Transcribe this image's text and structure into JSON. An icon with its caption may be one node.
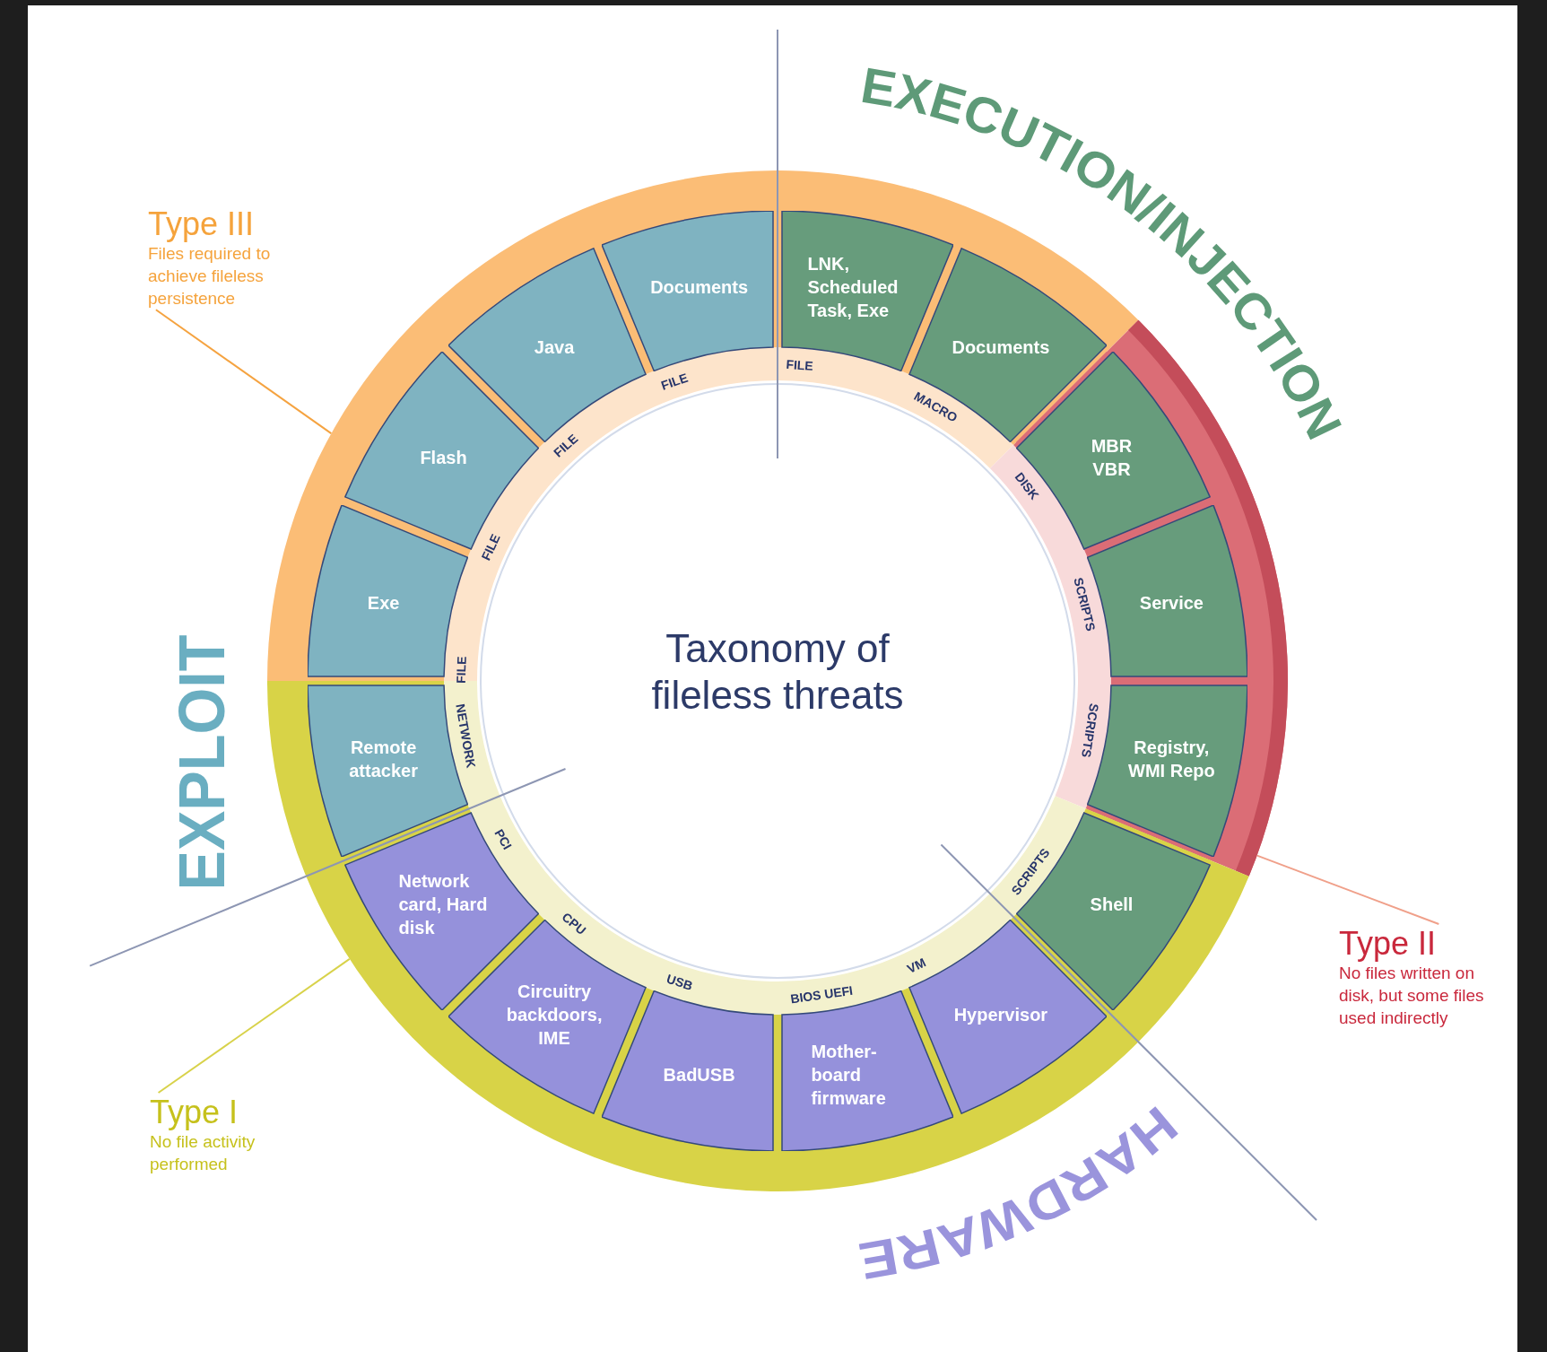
{
  "diagram": {
    "title": "Taxonomy of fileless threats",
    "nodes": [
      {
        "text": [
          "Type III",
          "Files required to achieve fileless persistence"
        ]
      },
      {
        "text": [
          "Type II",
          "No files written on disk, but some files used indirectly"
        ]
      },
      {
        "text": [
          "Type I",
          "No file activity performed"
        ]
      },
      {
        "text": [],
        "shape": "bar"
      },
      {
        "text": [],
        "shape": "bar"
      },
      {
        "text": [],
        "shape": "bar"
      },
      {
        "text": [
          "LNK, Scheduled Task, Exe"
        ],
        "in": 3
      },
      {
        "text": [
          "Documents"
        ],
        "in": 3
      },
      {
        "text": [
          "MBR VBR"
        ],
        "in": 4
      },
      {
        "text": [
          "Service"
        ],
        "in": 4
      },
      {
        "text": [
          "Registry, WMI Repo"
        ],
        "in": 4
      },
      {
        "text": [
          "Shell"
        ],
        "in": 5
      },
      {
        "text": [
          "Hypervisor"
        ],
        "in": 5
      },
      {
        "text": [
          "Mother- board firmware"
        ],
        "in": 5
      },
      {
        "text": [
          "BadUSB"
        ],
        "in": 5
      },
      {
        "text": [
          "Circuitry backdoors, IME"
        ],
        "in": 5
      },
      {
        "text": [
          "Network card, Hard disk"
        ],
        "in": 5
      },
      {
        "text": [
          "Remote attacker"
        ],
        "in": 5
      },
      {
        "text": [
          "Exe"
        ],
        "in": 3
      },
      {
        "text": [
          "Flash"
        ],
        "in": 3
      },
      {
        "text": [
          "Java"
        ],
        "in": 3
      },
      {
        "text": [
          "Documents"
        ],
        "in": 3
      }
    ],
    "edges": [
      {
        "from": 0,
        "to": 3,
        "arrow": "none",
        "color": "#f5a340"
      },
      {
        "from": 1,
        "to": 4,
        "arrow": "none",
        "color": "#f0a08a"
      },
      {
        "from": 2,
        "to": 5,
        "arrow": "none",
        "color": "#d8d24a"
      }
    ],
    "labels": [
      "EXECUTION/INJECTION",
      "EXPLOIT",
      "HARDWARE",
      "FILE",
      "MACRO",
      "DISK",
      "SCRIPTS",
      "SCRIPTS",
      "SCRIPTS",
      "VM",
      "BIOS UEFI",
      "USB",
      "CPU",
      "PCI",
      "NETWORK",
      "FILE",
      "FILE",
      "FILE",
      "FILE"
    ]
  }
}
